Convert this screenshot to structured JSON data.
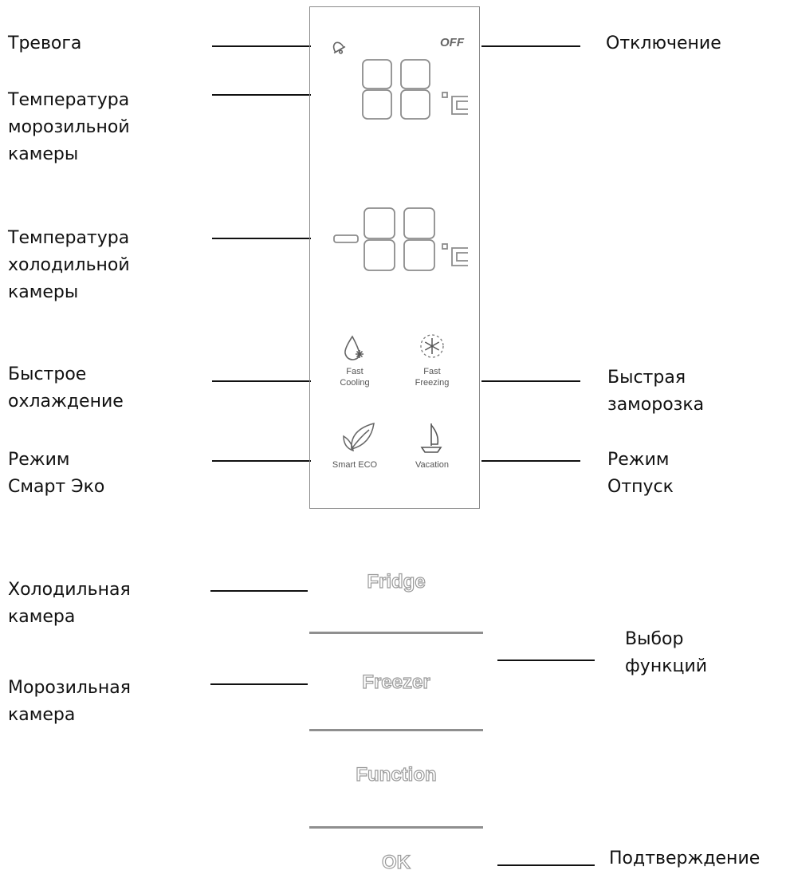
{
  "labels": {
    "alarm": "Тревога",
    "freezer_temp": "Температура\nморозильной\nкамеры",
    "fridge_temp": "Температура\nхолодильной\nкамеры",
    "fast_cooling": "Быстрое\nохлаждение",
    "smart_eco": "Режим\nСмарт Эко",
    "off": "Отключение",
    "fast_freezing": "Быстрая\nзаморозка",
    "vacation": "Режим\nОтпуск",
    "fridge_chamber": "Холодильная\nкамера",
    "freezer_chamber": "Морозильная\nкамера",
    "function_select": "Выбор\nфункций",
    "confirm": "Подтверждение"
  },
  "panel": {
    "off_text": "OFF",
    "unit": "°C",
    "fast_cooling": "Fast\nCooling",
    "fast_freezing": "Fast\nFreezing",
    "smart_eco": "Smart ECO",
    "vacation": "Vacation"
  },
  "buttons": {
    "fridge": "Fridge",
    "freezer": "Freezer",
    "function": "Function",
    "ok": "OK"
  },
  "icons": {
    "alarm": "bell-icon",
    "digits": "seven-segment-display",
    "fast_cooling": "water-drop-snowflake-icon",
    "fast_freezing": "snowflake-icon",
    "smart_eco": "leaf-icon",
    "vacation": "sailboat-icon"
  }
}
